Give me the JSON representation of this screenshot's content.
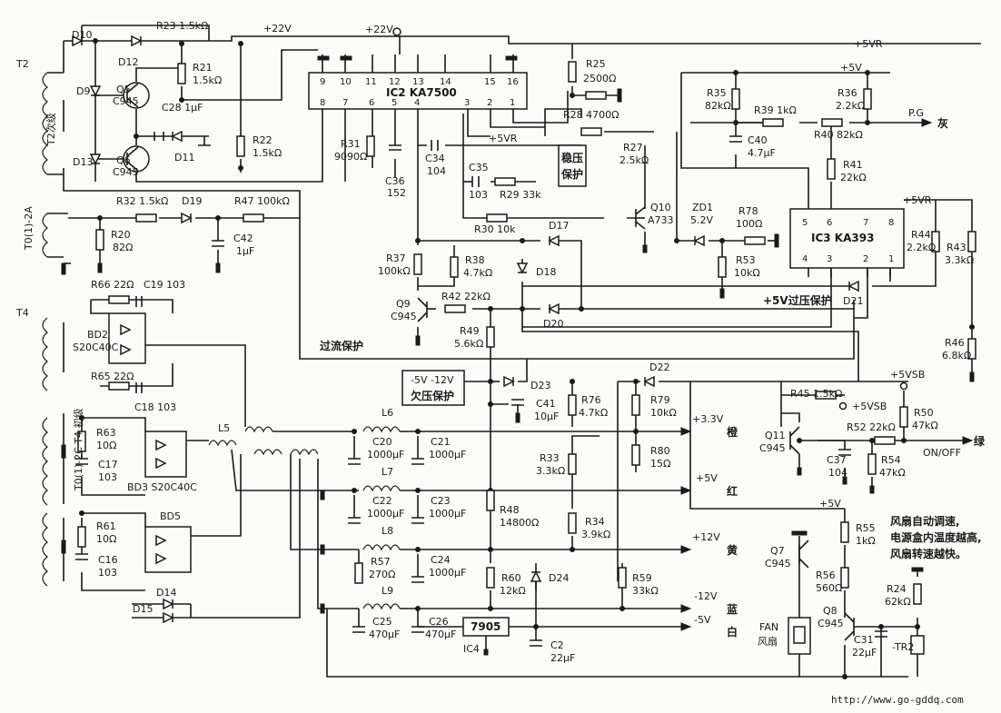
{
  "labels": {
    "d10": "D10",
    "r23": "R23  1.5kΩ",
    "d12": "D12",
    "p22v_a": "+22V",
    "p22v_b": "+22V",
    "t2": "T2",
    "t2_secondary": "T2次级",
    "d9": "D9",
    "q5": "Q5",
    "q5v": "C945",
    "r21": "R21",
    "r21v": "1.5kΩ",
    "c28": "C28  1μF",
    "q6": "Q6",
    "q6v": "C945",
    "d13": "D13",
    "d11": "D11",
    "r22": "R22",
    "r22v": "1.5kΩ",
    "ic2": "IC2  KA7500",
    "pin9": "9",
    "pin10": "10",
    "pin11": "11",
    "pin12": "12",
    "pin13": "13",
    "pin14": "14",
    "pin15": "15",
    "pin16": "16",
    "pin8": "8",
    "pin7": "7",
    "pin6": "6",
    "pin5": "5",
    "pin4": "4",
    "pin3": "3",
    "pin2": "2",
    "pin1": "1",
    "r31": "R31",
    "r31v": "9090Ω",
    "c36": "C36",
    "c36v": "152",
    "c34": "C34",
    "c34v": "104",
    "c35": "C35",
    "c35v": "103",
    "r29": "R29  33k",
    "p5vr_mid": "+5VR",
    "r25": "R25",
    "r25v": "2500Ω",
    "r28": "R28  4700Ω",
    "wenya1": "稳压",
    "wenya2": "保护",
    "r27": "R27",
    "r27v": "2.5kΩ",
    "q10": "Q10",
    "q10v": "A733",
    "p5vr_top": "+5VR",
    "p5v_top": "+5V",
    "r35": "R35",
    "r35v": "82kΩ",
    "r39": "R39  1kΩ",
    "r36": "R36",
    "r36v": "2.2kΩ",
    "pg": "P.G",
    "hui": "灰",
    "c40": "C40",
    "c40v": "4.7μF",
    "r40": "R40  82kΩ",
    "r41": "R41",
    "r41v": "22kΩ",
    "p5vr_ic3": "+5VR",
    "zd1": "ZD1",
    "zd1v": "5.2V",
    "r78": "R78",
    "r78v": "100Ω",
    "r53": "R53",
    "r53v": "10kΩ",
    "ic3": "IC3  KA393",
    "ic3p5": "5",
    "ic3p6": "6",
    "ic3p7": "7",
    "ic3p8": "8",
    "ic3p4": "4",
    "ic3p3": "3",
    "ic3p2": "2",
    "ic3p1": "1",
    "r44": "R44",
    "r44v": "2.2kΩ",
    "r43": "R43",
    "r43v": "3.3kΩ",
    "ovp": "+5V过压保护",
    "d21": "D21",
    "r46": "R46",
    "r46v": "6.8kΩ",
    "r32": "R32  1.5kΩ",
    "d19": "D19",
    "r47": "R47  100kΩ",
    "t2_wind": "T0(1)-2A",
    "r20": "R20",
    "r20v": "82Ω",
    "c42": "C42",
    "c42v": "1μF",
    "r30": "R30  10k",
    "d17": "D17",
    "d18": "D18",
    "r37": "R37",
    "r37v": "100kΩ",
    "r38": "R38",
    "r38v": "4.7kΩ",
    "q9": "Q9",
    "q9v": "C945",
    "r42": "R42  22kΩ",
    "d20": "D20",
    "r49": "R49",
    "r49v": "5.6kΩ",
    "ocp": "过流保护",
    "t4": "T4",
    "r66": "R66  22Ω",
    "c19": "C19  103",
    "bd2": "BD2",
    "bd2v": "S20C40C",
    "r65": "R65  22Ω",
    "c18": "C18  103",
    "uvp_v": "-5V   -12V",
    "uvp": "欠压保护",
    "d23": "D23",
    "c41": "C41",
    "c41v": "10μF",
    "d22": "D22",
    "r76": "R76",
    "r76v": "4.7kΩ",
    "r79": "R79",
    "r79v": "10kΩ",
    "r45": "R45  1.5kΩ",
    "p5vsb_a": "+5VSB",
    "p5vsb_b": "+5VSB",
    "r50": "R50",
    "r50v": "47kΩ",
    "q11": "Q11",
    "q11v": "C945",
    "c37": "C37",
    "c37v": "104",
    "r52": "R52  22kΩ",
    "r54": "R54",
    "r54v": "47kΩ",
    "onoff": "ON/OFF",
    "lv": "绿",
    "l6": "L6",
    "l5": "L5",
    "r63": "R63",
    "r63v": "10Ω",
    "c17": "C17",
    "c17v": "103",
    "bd3": "BD3  S20C40C",
    "t4_wind": "T0(1)-2C T4 初级",
    "c20": "C20",
    "c20v": "1000μF",
    "c21": "C21",
    "c21v": "1000μF",
    "v33": "+3.3V",
    "cheng": "橙",
    "r33": "R33",
    "r33v": "3.3kΩ",
    "r80": "R80",
    "r80v": "15Ω",
    "l7": "L7",
    "c22": "C22",
    "c22v": "1000μF",
    "c23": "C23",
    "c23v": "1000μF",
    "v5": "+5V",
    "hong": "红",
    "r48": "R48",
    "r48v": "14800Ω",
    "r61": "R61",
    "r61v": "10Ω",
    "c16": "C16",
    "c16v": "103",
    "bd5": "BD5",
    "l8": "L8",
    "r57": "R57",
    "r57v": "270Ω",
    "c24": "C24",
    "c24v": "1000μF",
    "r34": "R34",
    "r34v": "3.9kΩ",
    "v12": "+12V",
    "huang": "黄",
    "d14": "D14",
    "d15": "D15",
    "r60": "R60",
    "r60v": "12kΩ",
    "d24": "D24",
    "r59": "R59",
    "r59v": "33kΩ",
    "vm12": "-12V",
    "lan": "蓝",
    "l9": "L9",
    "c25": "C25",
    "c25v": "470μF",
    "c26": "C26",
    "c26v": "470μF",
    "ic4_num": "7905",
    "ic4": "IC4",
    "c2": "C2",
    "c2v": "22μF",
    "vm5": "-5V",
    "bai": "白",
    "p5v_fan": "+5V",
    "q7": "Q7",
    "q7v": "C945",
    "r55": "R55",
    "r55v": "1kΩ",
    "r56": "R56",
    "r56v": "560Ω",
    "q8": "Q8",
    "q8v": "C945",
    "r24": "R24",
    "r24v": "62kΩ",
    "c31": "C31",
    "c31v": "22μF",
    "tr2": "-TR2",
    "fan": "FAN",
    "fan_cn": "风扇",
    "note1": "风扇自动调速,",
    "note2": "电源盒内温度越高,",
    "note3": "风扇转速越快。",
    "url": "http://www.go-gddq.com"
  }
}
